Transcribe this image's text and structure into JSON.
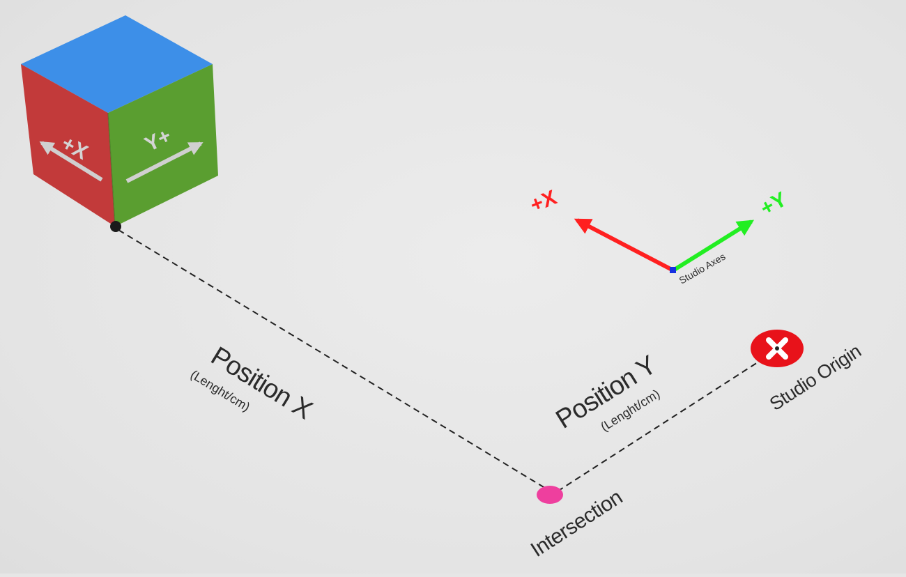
{
  "cube": {
    "face_x_label": "+X",
    "face_y_label": "Y+",
    "colors": {
      "top": "#3d8fe8",
      "left": "#c23a3a",
      "right": "#5a9e30"
    }
  },
  "labels": {
    "position_x": "Position X",
    "position_x_unit": "(Lenght/cm)",
    "position_y": "Position Y",
    "position_y_unit": "(Lenght/cm)",
    "intersection": "Intersection",
    "studio_origin": "Studio Origin"
  },
  "studio_axes": {
    "label": "Studio Axes",
    "x_label": "+X",
    "y_label": "+Y",
    "x_color": "#ff2020",
    "y_color": "#22ee22"
  },
  "markers": {
    "intersection_color": "#ee3f9e",
    "origin_color": "#e8121a"
  }
}
